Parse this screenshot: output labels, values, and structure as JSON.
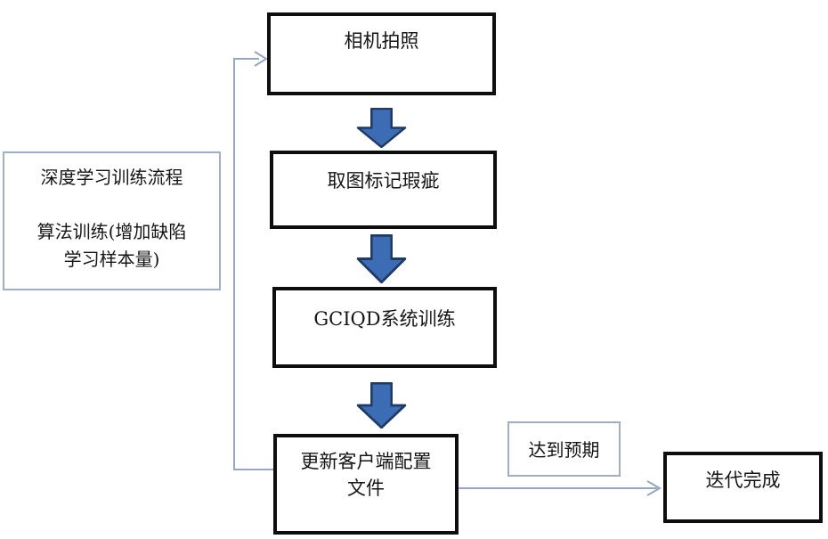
{
  "diagram": {
    "type": "flowchart",
    "nodes": {
      "camera": {
        "label": "相机拍照"
      },
      "mark_defects": {
        "label": "取图标记瑕疵"
      },
      "gciqd_training": {
        "label": "GCIQD系统训练"
      },
      "update_config": {
        "line1": "更新客户端配置",
        "line2": "文件"
      },
      "side_note": {
        "line1": "深度学习训练流程",
        "line2": "算法训练(增加缺陷",
        "line3": "学习样本量)"
      },
      "expectation_label": {
        "label": "达到预期"
      },
      "iteration_done": {
        "label": "迭代完成"
      }
    },
    "edges": [
      {
        "from": "camera",
        "to": "mark_defects",
        "style": "block-arrow-down"
      },
      {
        "from": "mark_defects",
        "to": "gciqd_training",
        "style": "block-arrow-down"
      },
      {
        "from": "gciqd_training",
        "to": "update_config",
        "style": "block-arrow-down"
      },
      {
        "from": "update_config",
        "to": "camera",
        "style": "thin-elbow-feedback-loop"
      },
      {
        "from": "update_config",
        "to": "iteration_done",
        "style": "thin-straight",
        "label": "达到预期"
      }
    ],
    "colors": {
      "background": "#ffffff",
      "node_border_thick": "#0e0e0e",
      "node_border_thin": "#9fafc9",
      "connector_line": "#95a6c6",
      "block_arrow_fill": "#3b6cb4",
      "block_arrow_border": "#1f3a66",
      "text": "#151515"
    }
  }
}
